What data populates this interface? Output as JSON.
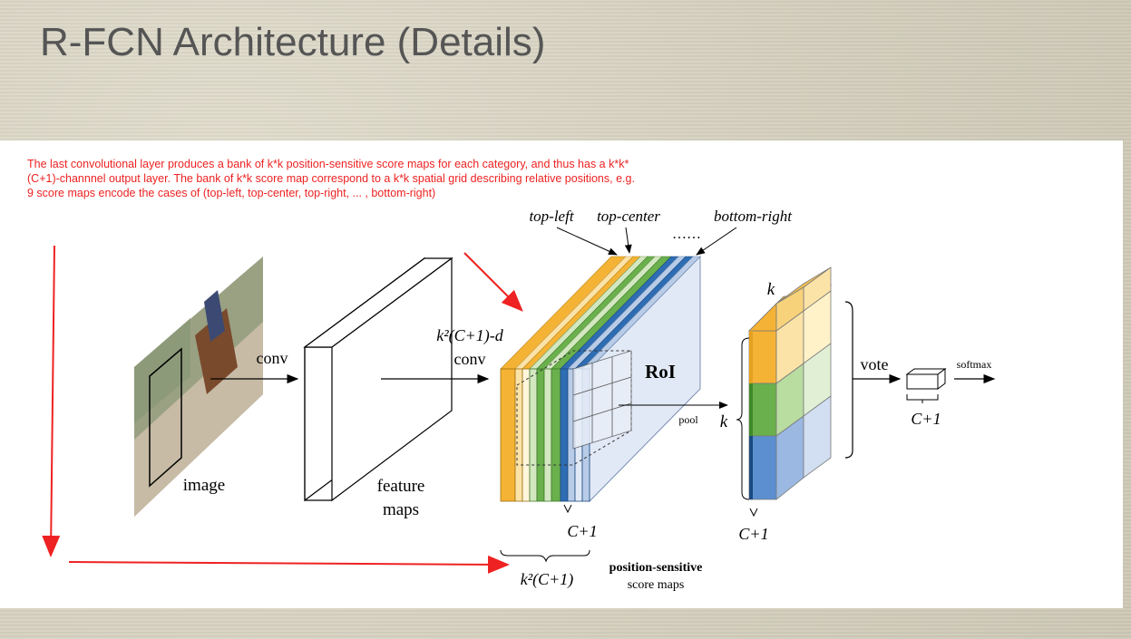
{
  "slide": {
    "title": "R-FCN Architecture (Details)",
    "note": "The last convolutional layer produces a bank of k*k position-sensitive score maps for each category, and thus has a k*k*(C+1)-channnel output layer. The bank of k*k score map correspond to a k*k spatial grid describing relative positions, e.g. 9 score maps encode the cases of (top-left, top-center, top-right, ... , bottom-right)"
  },
  "diagram": {
    "labels": {
      "image": "image",
      "conv": "conv",
      "feature_maps_1": "feature",
      "feature_maps_2": "maps",
      "ps_conv_dim": "k²(C+1)-d",
      "ps_conv": "conv",
      "top_left": "top-left",
      "top_center": "top-center",
      "ellipsis": "……",
      "bottom_right": "bottom-right",
      "roi": "RoI",
      "pool": "pool",
      "k_top": "k",
      "k_side": "k",
      "c1_stack": "C+1",
      "c1_grid": "C+1",
      "k2c1": "k²(C+1)",
      "ps_title": "position-sensitive",
      "ps_subtitle": "score maps",
      "vote": "vote",
      "softmax": "softmax",
      "c1_output": "C+1"
    },
    "colors": {
      "orange": "#f5b335",
      "light_orange": "#fbe3a8",
      "green": "#6ab04c",
      "light_green": "#d3e8c1",
      "blue": "#2e6db3",
      "light_blue": "#b8cce8",
      "annotation_red": "#ee2222"
    }
  }
}
